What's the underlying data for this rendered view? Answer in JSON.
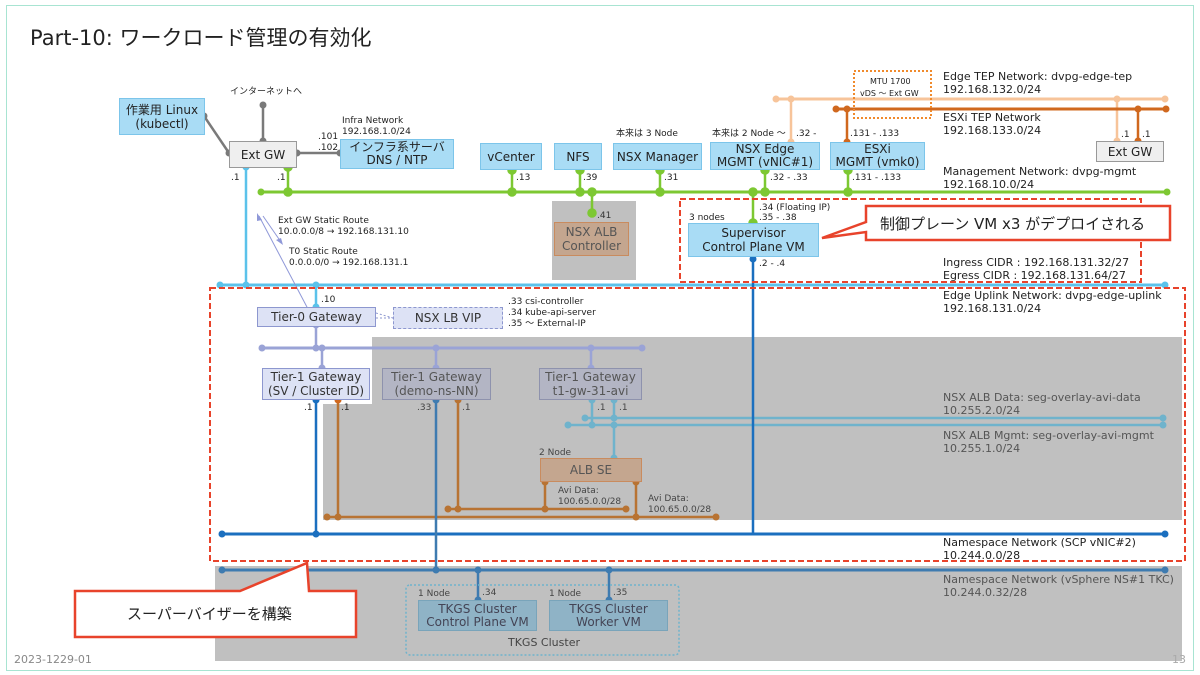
{
  "slide": {
    "title": "Part-10: ワークロード管理の有効化",
    "footer_id": "2023-1229-01",
    "page_number": "13"
  },
  "colors": {
    "mgmt_green": "#7dc832",
    "uplink_cyan": "#5bc2ea",
    "edge_tep_peach": "#f7c49a",
    "esxi_tep_orange": "#d0681e",
    "namespace_blue": "#1b6fbf",
    "tier_lavender": "#9aa3d6",
    "avi_teal": "#6fb3cc",
    "avi_brown": "#b87333",
    "callout_red": "#e8432b"
  },
  "top_left": {
    "linux_box": "作業用 Linux\n(kubectl)",
    "internet_label": "インターネットへ",
    "ext_gw": "Ext GW",
    "infra_network_name": "Infra Network",
    "infra_network_cidr": "192.168.1.0/24",
    "infra_ip1": ".101",
    "infra_ip2": ".102",
    "infra_server": "インフラ系サーバ\nDNS / NTP",
    "ext_gw_uplink_ip": ".1",
    "ext_gw_mgmt_ip": ".1"
  },
  "mgmt_hosts": {
    "vcenter": {
      "label": "vCenter",
      "ip": ".13"
    },
    "nfs": {
      "label": "NFS",
      "ip": ".39"
    },
    "nsx_manager": {
      "label": "NSX Manager",
      "ip": ".31",
      "note": "本来は 3 Node"
    },
    "nsx_edge": {
      "label": "NSX Edge\nMGMT (vNIC#1)",
      "ip": ".32 - .33",
      "note": "本来は 2 Node ～",
      "tep_ip": ".32 -"
    },
    "esxi": {
      "label": "ESXi\nMGMT (vmk0)",
      "ip": ".131 - .133",
      "tep_ip": ".131 - .133"
    }
  },
  "right_gw": {
    "label": "Ext GW",
    "ip_edge_tep": ".1",
    "ip_esxi_tep": ".1"
  },
  "mtu_note": {
    "line1": "MTU 1700",
    "line2": "vDS ～ Ext GW"
  },
  "networks": {
    "edge_tep": {
      "name": "Edge TEP Network: dvpg-edge-tep",
      "cidr": "192.168.132.0/24"
    },
    "esxi_tep": {
      "name": "ESXi TEP Network",
      "cidr": "192.168.133.0/24"
    },
    "mgmt": {
      "name": "Management Network: dvpg-mgmt",
      "cidr": "192.168.10.0/24"
    },
    "edge_uplink": {
      "name": "Edge Uplink Network: dvpg-edge-uplink",
      "cidr": "192.168.131.0/24"
    },
    "alb_data": {
      "name": "NSX ALB Data: seg-overlay-avi-data",
      "cidr": "10.255.2.0/24"
    },
    "alb_mgmt": {
      "name": "NSX ALB Mgmt: seg-overlay-avi-mgmt",
      "cidr": "10.255.1.0/24"
    },
    "ns_scp": {
      "name": "Namespace Network (SCP vNIC#2)",
      "cidr": "10.244.0.0/28"
    },
    "ns_tkc": {
      "name": "Namespace Network (vSphere NS#1 TKC)",
      "cidr": "10.244.0.32/28"
    }
  },
  "routes": {
    "ext_gw_title": "Ext GW Static Route",
    "ext_gw_route": "10.0.0.0/8 → 192.168.131.10",
    "t0_title": "T0 Static Route",
    "t0_route": "0.0.0.0/0 → 192.168.131.1"
  },
  "alb_controller": {
    "label": "NSX ALB\nController",
    "ip": ".41"
  },
  "supervisor": {
    "label": "Supervisor\nControl Plane VM",
    "nodes": "3 nodes",
    "mgmt_ip1": ".34 (Floating IP)",
    "mgmt_ip2": ".35 - .38",
    "ns_ip": ".2 - .4",
    "ingress": "Ingress CIDR :  192.168.131.32/27",
    "egress": "Egress CIDR :   192.168.131.64/27"
  },
  "tier0": {
    "label": "Tier-0 Gateway",
    "ip": ".10",
    "lb_vip": "NSX LB VIP",
    "vip1": ".33 csi-controller",
    "vip2": ".34 kube-api-server",
    "vip3": ".35 ～ External-IP"
  },
  "tier1": [
    {
      "label": "Tier-1 Gateway\n(SV / Cluster ID)",
      "ip_a": ".1",
      "ip_b": ".1"
    },
    {
      "label": "Tier-1 Gateway\n(demo-ns-NN)",
      "ip_a": ".33",
      "ip_b": ".1"
    },
    {
      "label": "Tier-1 Gateway\nt1-gw-31-avi",
      "ip_a": ".1",
      "ip_b": ".1"
    }
  ],
  "alb_se": {
    "label": "ALB SE",
    "nodes": "2 Node",
    "avi_data1": "Avi Data:\n100.65.0.0/28",
    "avi_data2": "Avi Data:\n100.65.0.0/28"
  },
  "tkgs": {
    "cluster_label": "TKGS Cluster",
    "cp": {
      "label": "TKGS Cluster\nControl Plane VM",
      "nodes": "1 Node",
      "ip": ".34"
    },
    "worker": {
      "label": "TKGS Cluster\nWorker VM",
      "nodes": "1 Node",
      "ip": ".35"
    }
  },
  "callouts": {
    "control_plane": "制御プレーン VM x3 がデプロイされる",
    "supervisor": "スーパーバイザーを構築"
  }
}
